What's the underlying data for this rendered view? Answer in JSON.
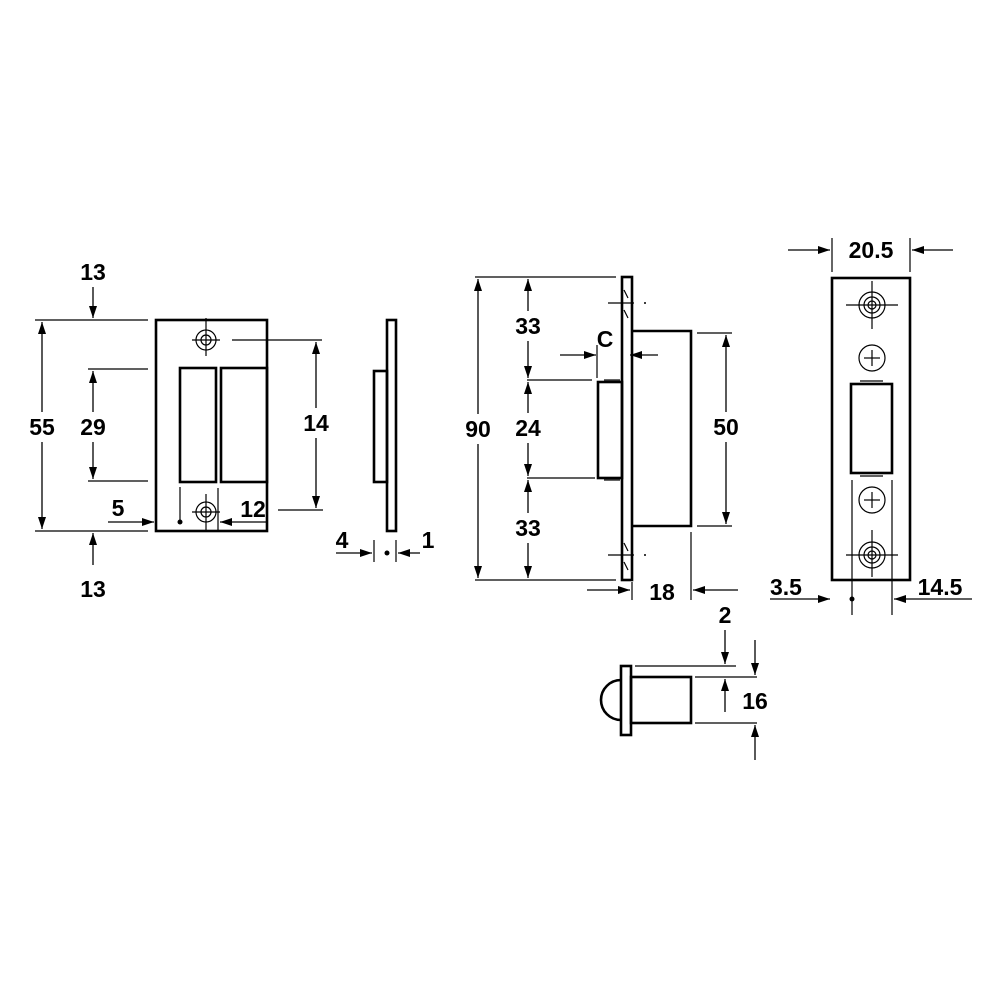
{
  "front_plate": {
    "top_margin": "13",
    "bottom_margin": "13",
    "height": "55",
    "slot_height": "29",
    "hole_spacing": "14",
    "edge_offset": "5",
    "hole_offset": "12"
  },
  "side_plate": {
    "depth": "4",
    "thickness": "1"
  },
  "latch_side": {
    "height": "90",
    "upper": "33",
    "middle": "24",
    "lower": "33",
    "body_height": "50",
    "body_depth": "18",
    "label_c": "C"
  },
  "latch_face": {
    "width": "20.5",
    "left_offset": "3.5",
    "right_offset": "14.5"
  },
  "roller": {
    "flange": "2",
    "diameter": "16"
  }
}
